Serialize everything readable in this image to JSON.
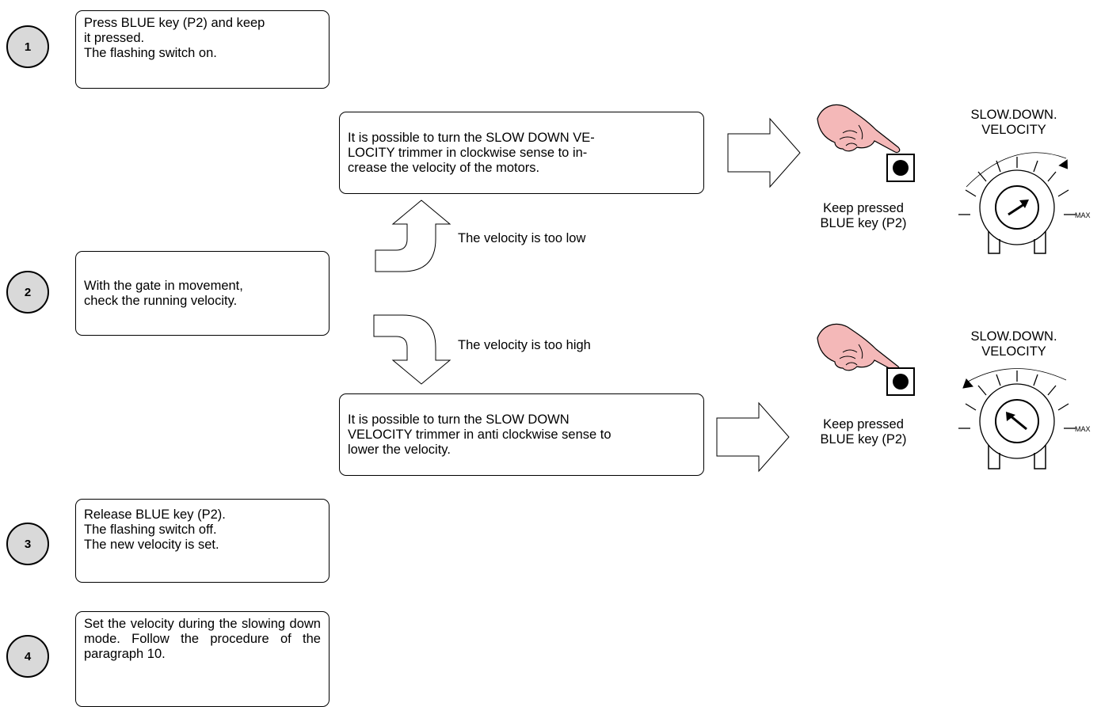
{
  "steps": [
    {
      "number": "1",
      "text": "Press BLUE key (P2) and keep\nit pressed.\nThe flashing switch on."
    },
    {
      "number": "2",
      "text": "With the gate in movement,\ncheck the running velocity."
    },
    {
      "number": "3",
      "text": "Release BLUE key (P2).\nThe flashing switch off.\nThe new velocity is set."
    },
    {
      "number": "4",
      "text": "Set the velocity during the slowing down mode. Follow the procedure of the paragraph 10."
    }
  ],
  "branches": {
    "low": {
      "condition": "The velocity is too low",
      "action": "It is possible to turn the SLOW DOWN VE-\nLOCITY  trimmer in clockwise sense to in-\ncrease the velocity of the motors.",
      "key_caption": "Keep pressed\nBLUE key (P2)",
      "trimmer_title": "SLOW.DOWN.\nVELOCITY",
      "trimmer_max": "MAX",
      "rotation": "clockwise"
    },
    "high": {
      "condition": "The velocity is too high",
      "action": "It is possible to turn the SLOW DOWN\nVELOCITY trimmer in anti clockwise sense to\nlower the velocity.",
      "key_caption": "Keep pressed\nBLUE key (P2)",
      "trimmer_title": "SLOW.DOWN.\nVELOCITY",
      "trimmer_max": "MAX",
      "rotation": "anticlockwise"
    }
  },
  "colors": {
    "step_circle_fill": "#d9d9d9",
    "hand_fill": "#f4b8b8"
  }
}
